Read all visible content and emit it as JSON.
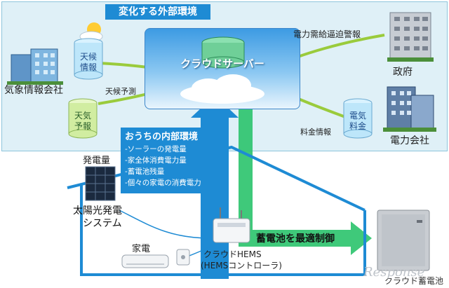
{
  "outer": {
    "title": "変化する外部環境"
  },
  "cloud": {
    "label": "クラウドサーバー"
  },
  "weather_company": {
    "name": "気象情報会社",
    "forecast_label": "天候予測"
  },
  "cyl_weather_info": {
    "line1": "天候",
    "line2": "情報"
  },
  "cyl_weather_forecast": {
    "line1": "天気",
    "line2": "予報"
  },
  "government": {
    "name": "政府",
    "alert_label": "電力需給逼迫警報"
  },
  "power_company": {
    "name": "電力会社",
    "rate_label": "料金情報"
  },
  "cyl_rate": {
    "line1": "電気",
    "line2": "料金"
  },
  "inner": {
    "title": "おうちの内部環境",
    "items": [
      "-ソーラーの発電量",
      "-家全体消費電力量",
      "-蓄電池残量",
      "-個々の家電の消費電力"
    ]
  },
  "solar": {
    "top_label": "発電量",
    "line1": "太陽光発電",
    "line2": "システム"
  },
  "appliance": {
    "label": "家電"
  },
  "hems": {
    "line1": "クラウドHEMS",
    "line2": "(HEMSコントローラ)"
  },
  "optimize": {
    "label": "蓄電池を最適制御"
  },
  "battery": {
    "label": "クラウド蓄電池"
  },
  "watermark": "Response",
  "colors": {
    "accent_blue": "#1e8bd4",
    "arrow_green": "#2fc46f",
    "arrow_olive": "#9acb3c",
    "panel_bg": "#dff0f7"
  }
}
